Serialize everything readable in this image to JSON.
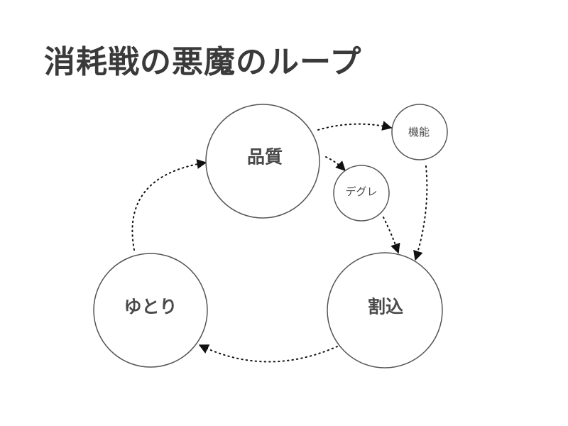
{
  "title": "消耗戦の悪魔のループ",
  "nodes": {
    "quality": "品質",
    "function": "機能",
    "degrade": "デグレ",
    "interrupt": "割込",
    "slack": "ゆとり"
  },
  "colors": {
    "text": "#3a3a3a",
    "circle_stroke": "#555555",
    "arrow": "#111111",
    "background": "#ffffff"
  }
}
